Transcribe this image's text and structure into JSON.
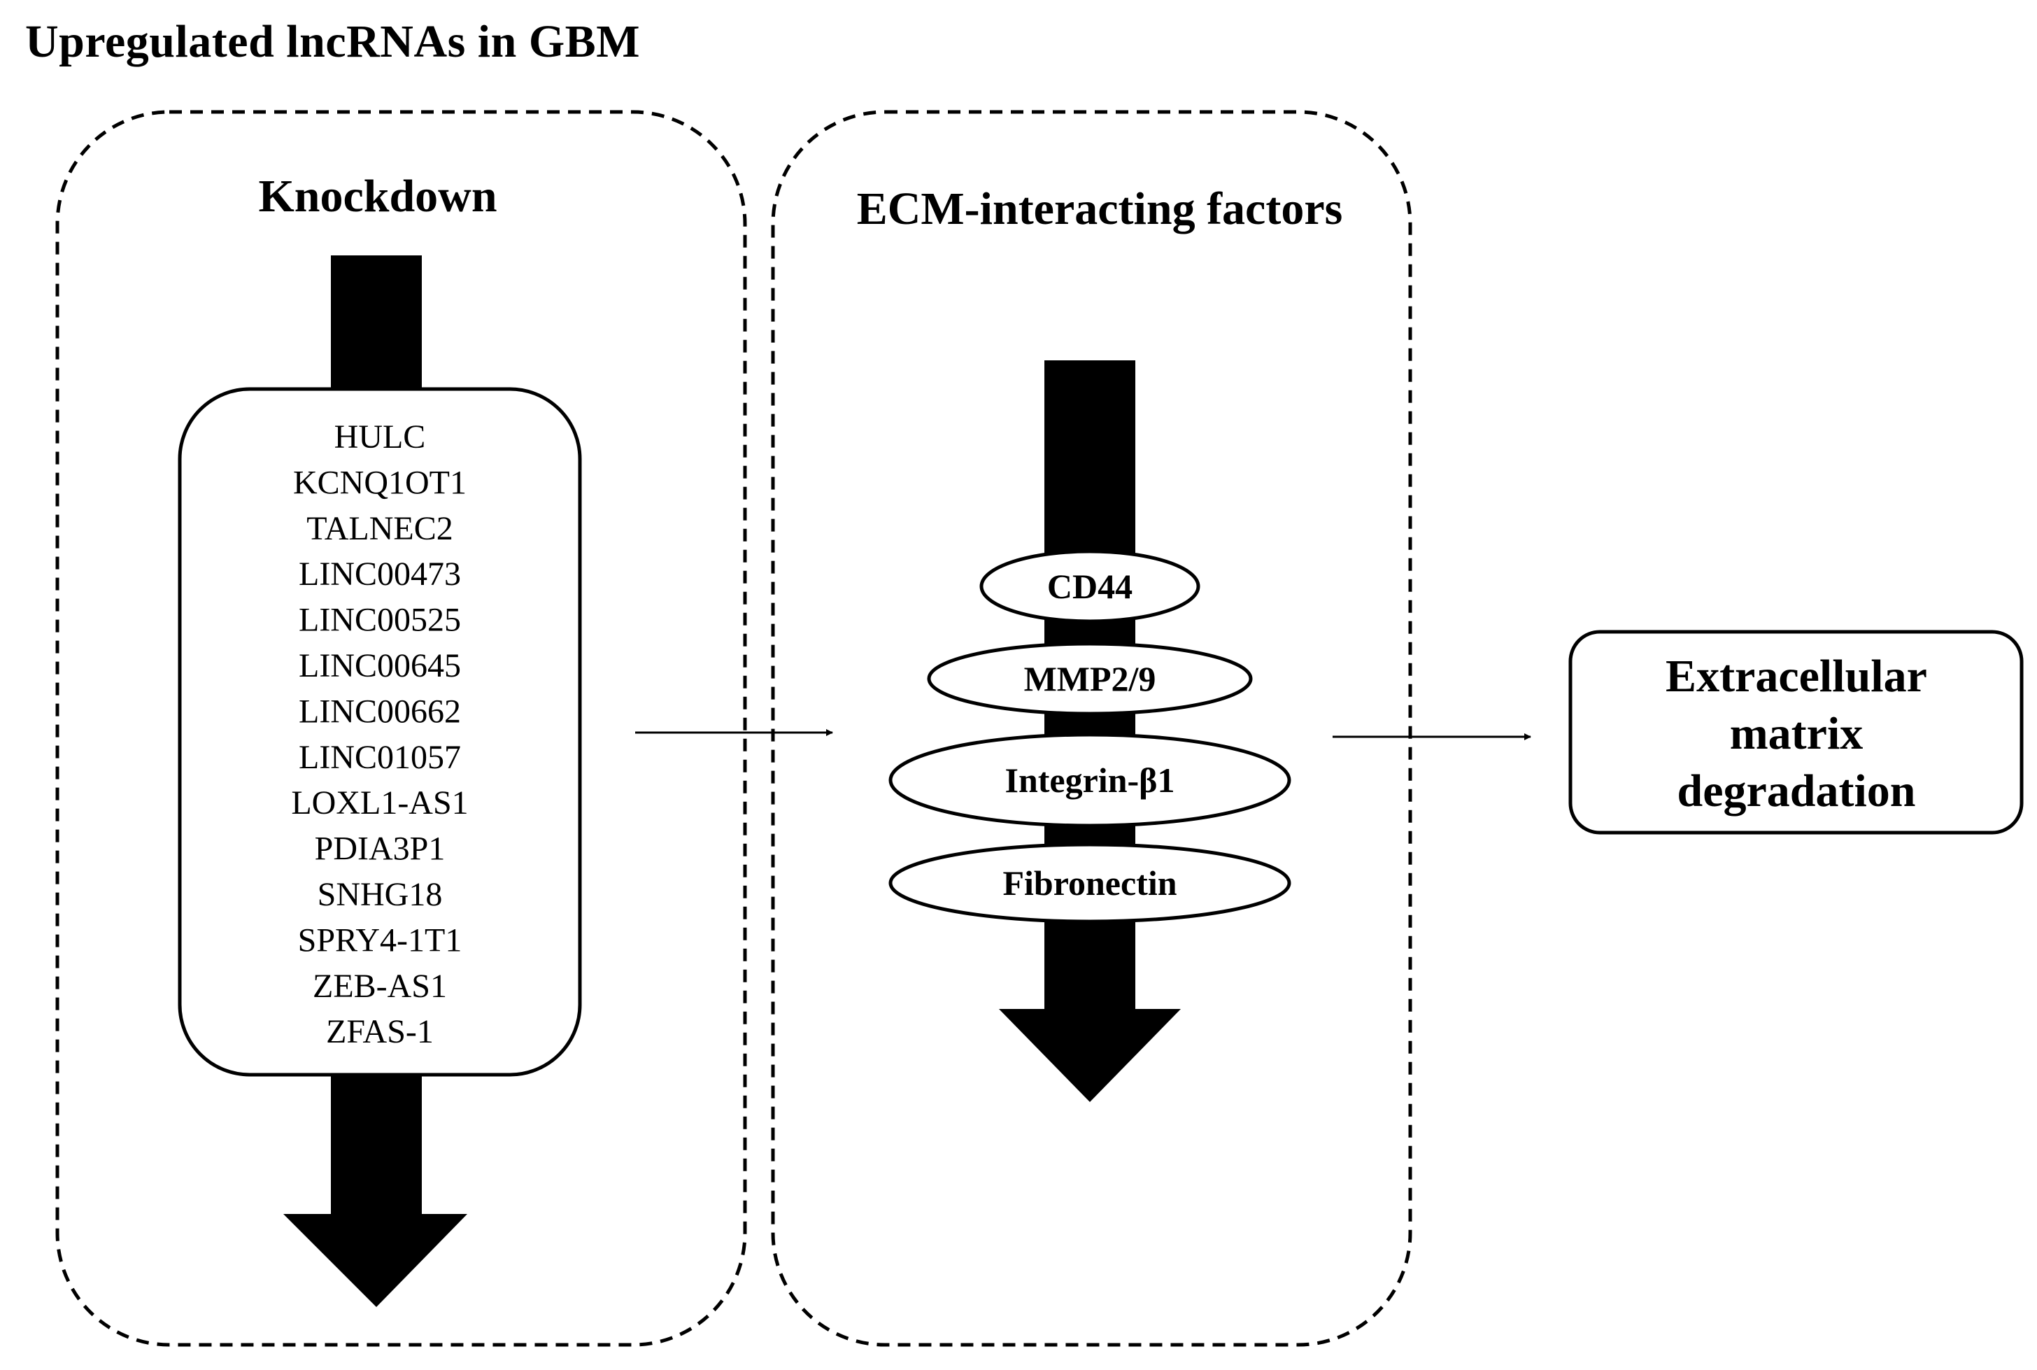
{
  "title": "Upregulated lncRNAs in GBM",
  "knockdown_panel": {
    "title": "Knockdown",
    "genes": [
      "HULC",
      "KCNQ1OT1",
      "TALNEC2",
      "LINC00473",
      "LINC00525",
      "LINC00645",
      "LINC00662",
      "LINC01057",
      "LOXL1-AS1",
      "PDIA3P1",
      "SNHG18",
      "SPRY4-1T1",
      "ZEB-AS1",
      "ZFAS-1"
    ]
  },
  "ecm_panel": {
    "title": "ECM-interacting factors",
    "factors": [
      "CD44",
      "MMP2/9",
      "Integrin-β1",
      "Fibronectin"
    ]
  },
  "outcome": {
    "lines": [
      "Extracellular",
      "matrix",
      "degradation"
    ]
  },
  "colors": {
    "ink": "#000000",
    "background": "#ffffff"
  }
}
